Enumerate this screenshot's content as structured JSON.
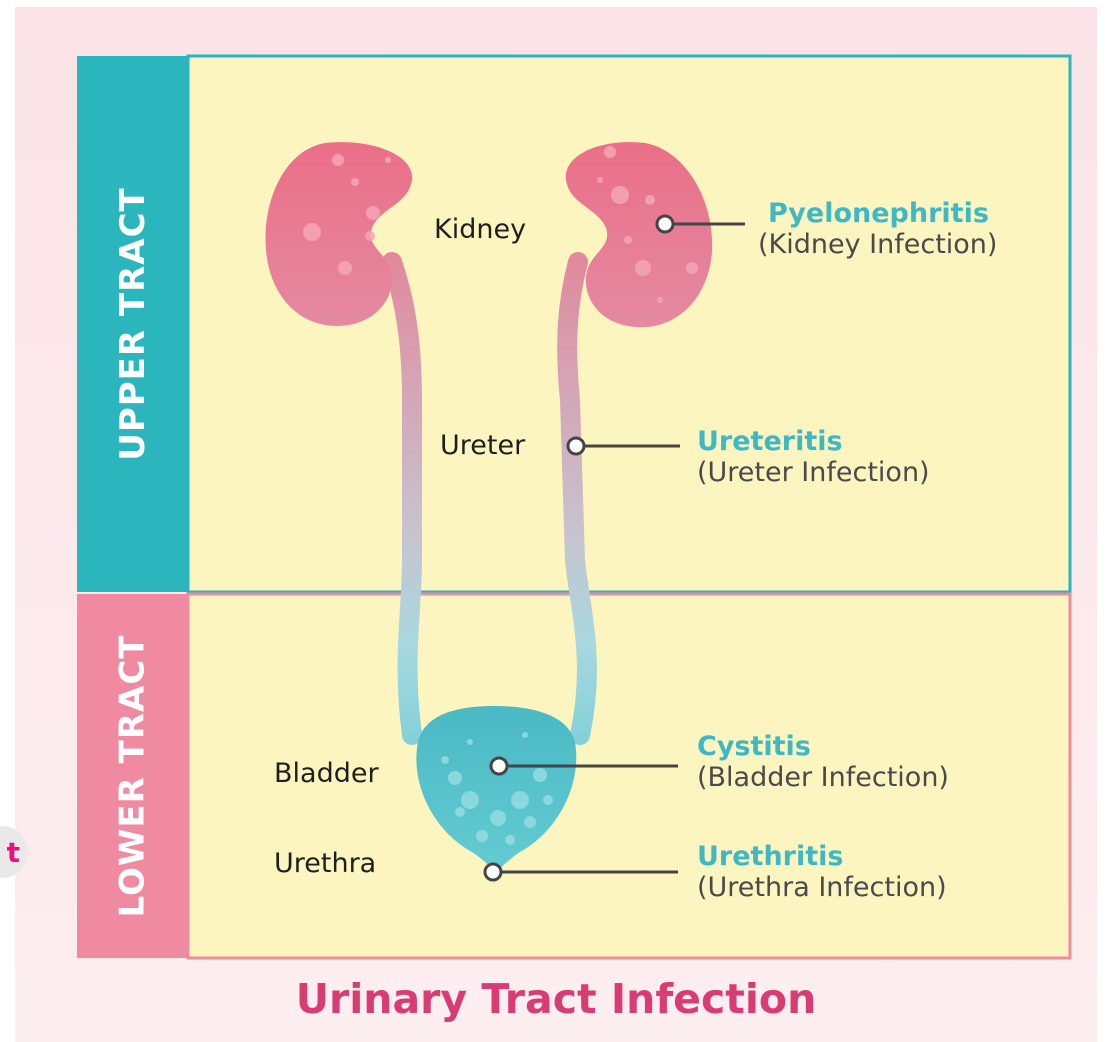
{
  "title": "Urinary Tract Infection",
  "sections": {
    "upper": "UPPER TRACT",
    "lower": "LOWER TRACT"
  },
  "organs": {
    "kidney": "Kidney",
    "ureter": "Ureter",
    "bladder": "Bladder",
    "urethra": "Urethra"
  },
  "infections": [
    {
      "name": "Pyelonephritis",
      "desc": "(Kidney Infection)"
    },
    {
      "name": "Ureteritis",
      "desc": "(Ureter Infection)"
    },
    {
      "name": "Cystitis",
      "desc": "(Bladder Infection)"
    },
    {
      "name": "Urethritis",
      "desc": "(Urethra Infection)"
    }
  ],
  "edge_badge": "t",
  "colors": {
    "upper_band": "#2bb5bd",
    "lower_band": "#ef8aa0",
    "panel_fill": "#fcf5c0",
    "kidney": "#e9768c",
    "bladder": "#4ebfc8",
    "infection_text": "#3db8c4",
    "title_text": "#d83c72"
  }
}
